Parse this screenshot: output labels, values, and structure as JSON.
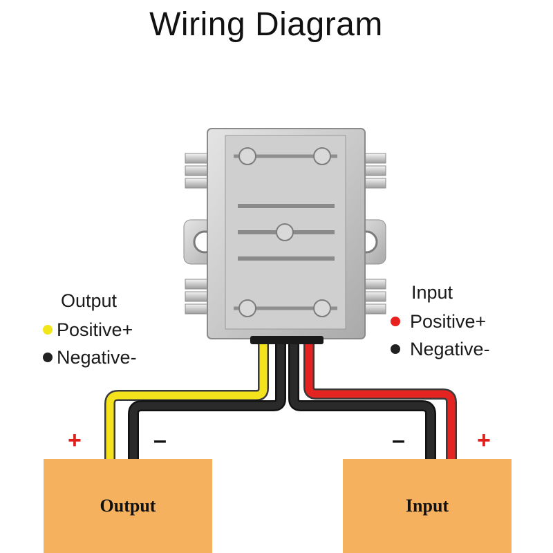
{
  "title": "Wiring Diagram",
  "legend_output": {
    "heading": "Output",
    "positive": "Positive+",
    "negative": "Negative-",
    "positive_color": "#f2e51a",
    "negative_color": "#222222"
  },
  "legend_input": {
    "heading": "Input",
    "positive": "Positive+",
    "negative": "Negative-",
    "positive_color": "#e8201e",
    "negative_color": "#222222"
  },
  "boxes": {
    "output_label": "Output",
    "input_label": "Input",
    "color": "#f6b15f"
  },
  "terminal_signs": {
    "plus": "+",
    "minus": "–"
  },
  "wire_colors": {
    "yellow": "#f4e21c",
    "black": "#222222",
    "red": "#e32420"
  }
}
